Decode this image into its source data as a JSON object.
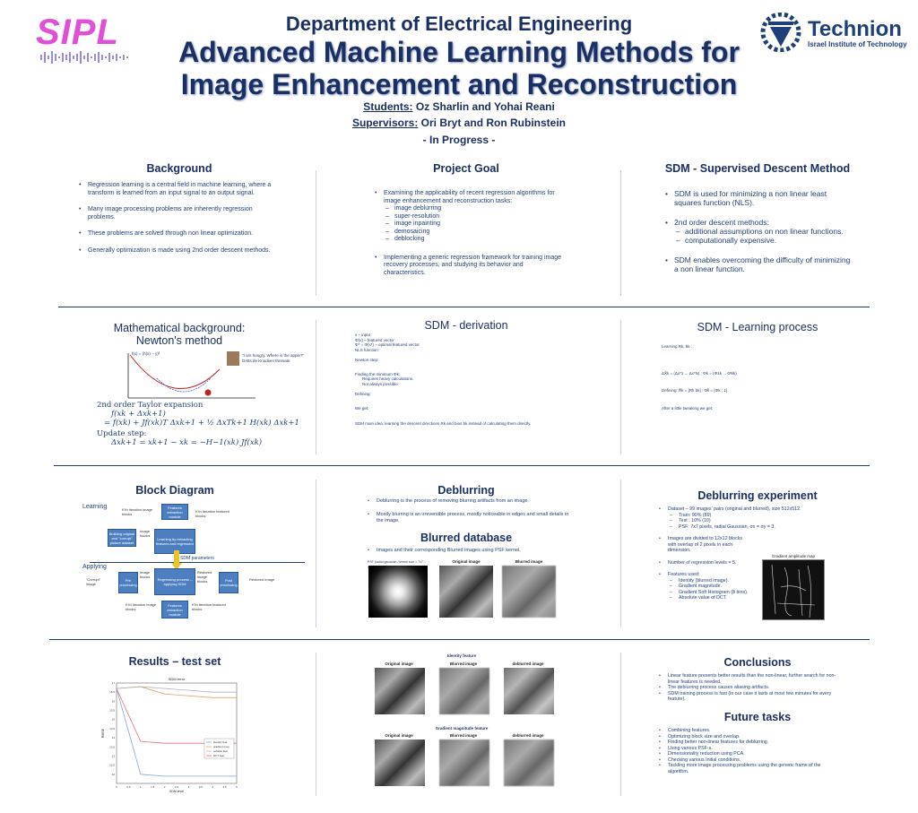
{
  "header": {
    "lab_logo": "SIPL",
    "university_name": "Technion",
    "university_sub": "Israel Institute of Technology",
    "department": "Department of Electrical Engineering",
    "title_line1": "Advanced Machine Learning Methods for",
    "title_line2": "Image Enhancement and Reconstruction",
    "students_label": "Students:",
    "students": "Oz Sharlin and Yohai Reani",
    "supervisors_label": "Supervisors:",
    "supervisors": "Ori Bryt and Ron Rubinstein",
    "status": "- In Progress -"
  },
  "background": {
    "heading": "Background",
    "items": [
      "Regression learning is a central field in machine learning, where a transform is learned from an input signal to an output signal.",
      "Many image processing problems are inherently regression problems.",
      "These problems are solved through non linear optimization.",
      "Generally optimization is made using 2nd order descent methods."
    ]
  },
  "goal": {
    "heading": "Project Goal",
    "item1": "Examining the applicability of recent regression algorithms for image enhancement and reconstruction tasks:",
    "tasks": [
      "image deblurring",
      "super-resolution",
      "image inpainting",
      "demosaicing",
      "deblocking"
    ],
    "item2": "Implementing a generic regression framework for training image recovery processes, and studying its behavior and characteristics."
  },
  "sdm": {
    "heading": "SDM - Supervised Descent Method",
    "item1": "SDM is used for minimizing a non linear least squares function (NLS).",
    "item2": "2nd order descent methods:",
    "sub": [
      "additional assumptions on non linear functions.",
      "computationally expensive."
    ],
    "item3": "SDM enables overcoming the difficulty of minimizing a non linear function."
  },
  "newton": {
    "heading_line1": "Mathematical background:",
    "heading_line2": "Newton's method",
    "taylor_label": "2nd order Taylor expansion",
    "eq1": "f(xk + Δxk+1)",
    "eq2": "= f(xk) + Jf(xk)T Δxk+1 + ½ ΔxTk+1 H(xk) Δxk+1",
    "update_label": "Update step:",
    "eq3": "Δxk+1 = xk+1 − xk = −H−1(xk) Jf(xk)",
    "fig_label": "f(x) = (h(x) − y)²",
    "quote": "\"I am hungry. Where is the apple?\" Gritts de Knudsen thresate"
  },
  "derivation": {
    "heading": "SDM - derivation",
    "lines": [
      "x – input",
      "Φ(x) – featured vector",
      "Φ* = Φ(x*) – optimal featured vector",
      "NLS function:",
      "Newton step:",
      "Finding the minimum Φk:",
      "Requires heavy calculations.",
      "Not always possible.",
      "Defining:",
      "We get:",
      "SDM main idea: learning the descent directions Rk and bias bk instead of calculating them directly."
    ]
  },
  "learning": {
    "heading": "SDM - Learning process",
    "lines": [
      "Learning Rk, bk :",
      "ΔX̃k = (Δx*1 ... Δx*N) ; Φk = (Φ1k ... ΦNk)",
      "Defining: R̃k = [Rk bk] ; Φ̃k = [Φk ; 1]",
      "After a little tweaking we get:"
    ]
  },
  "block": {
    "heading": "Block Diagram",
    "learning_label": "Learning",
    "applying_label": "Applying",
    "params_label": "SDM parameters",
    "boxes": [
      "Features extraction module",
      "Building original and \"corrupt\" picture dataset",
      "Learning by extracting features and regression",
      "Pre processing",
      "Regressing process – applying SDM",
      "Post processing",
      "Features extraction module"
    ],
    "notes": [
      "K'th iteration image blocks",
      "K'th iteration featured blocks",
      "Image blocks",
      "\"Corrupt\" image",
      "Image blocks",
      "Restored image blocks",
      "Restored image",
      "K'th iteration image blocks",
      "K'th iteration featured blocks"
    ]
  },
  "deblurring": {
    "heading": "Deblurring",
    "items": [
      "Deblurring is the process of removing blurring artifacts from an image.",
      "Mostly blurring is an irreversible process, mostly noticeable in edges and small details in the image."
    ]
  },
  "blurred_db": {
    "heading": "Blurred database",
    "item": "Images and their corresponding Blurred images using PSF kernel.",
    "cap1": "PSF (radial gaussian / kernel size = 7x7 ... σx = σy = 3)",
    "cap2": "Original image",
    "cap3": "Blurred image"
  },
  "experiment": {
    "heading": "Deblurring experiment",
    "item1": "Dataset – 99 images' pairs (original and blurred), size 512x512.",
    "sub1": [
      "Train: 90% (89)",
      "Test : 10% (10)",
      "PSF: 7x7 pixels, radial Gaussian, σx = σy = 3."
    ],
    "item2": "Images are divided to 12x12 blocks with overlap of 2 pixels in each dimension.",
    "item3": "Number of regression levels = 5.",
    "item4": "Features used:",
    "sub4": [
      "Identity (blurred image).",
      "Gradient magnitude.",
      "Gradient Soft Histogram (8 bins).",
      "Absolute value of DCT."
    ],
    "fig_cap": "Gradient amplitude map"
  },
  "results": {
    "heading": "Results – test set",
    "features_title": "Identity feature",
    "gradient_title": "Gradient magnitude feature",
    "img_caps": [
      "Original image",
      "Blurred image",
      "deblurred image"
    ]
  },
  "conclusions": {
    "heading": "Conclusions",
    "items": [
      "Linear feature presents better results than the non-linear, further search for non-linear features is needed.",
      "The deblurring process causes aliasing artifacts.",
      "SDM training process is fast (in our case it lasts at most few minutes for every feature)."
    ]
  },
  "future": {
    "heading": "Future tasks",
    "items": [
      "Combining features.",
      "Optimizing block size and overlap.",
      "Finding better non-linear features for deblurring.",
      "Using various PSF-s.",
      "Dimensionality reduction using PCA.",
      "Checking various Initial conditions.",
      "Tackling more image processing problems using the generic frame of the algorithm."
    ]
  },
  "chart_data": {
    "type": "line",
    "title": "SDM error",
    "xlabel": "SDM level",
    "ylabel": "RMSE",
    "x": [
      0,
      1,
      2,
      3,
      4,
      5
    ],
    "ylim": [
      11.5,
      17
    ],
    "xticks": [
      "0",
      "0.5",
      "1",
      "1.5",
      "2",
      "2.5",
      "3",
      "3.5",
      "4",
      "4.5",
      "5"
    ],
    "yticks": [
      "12",
      "12.5",
      "13",
      "13.5",
      "14",
      "14.5",
      "15",
      "15.5",
      "16",
      "16.5",
      "17"
    ],
    "legend_position": "right",
    "series": [
      {
        "name": "identity feat",
        "color": "#7fa7d8",
        "values": [
          16.7,
          12.0,
          11.9,
          11.9,
          11.9,
          11.9
        ]
      },
      {
        "name": "gradient mag",
        "color": "#e0a060",
        "values": [
          16.7,
          16.8,
          16.4,
          16.3,
          16.2,
          16.2
        ]
      },
      {
        "name": "softHist feat",
        "color": "#b0b0b0",
        "values": [
          16.7,
          16.8,
          16.7,
          16.6,
          16.5,
          16.5
        ]
      },
      {
        "name": "DCT feat",
        "color": "#e07070",
        "values": [
          16.7,
          13.8,
          13.7,
          13.7,
          13.7,
          13.7
        ]
      }
    ]
  }
}
